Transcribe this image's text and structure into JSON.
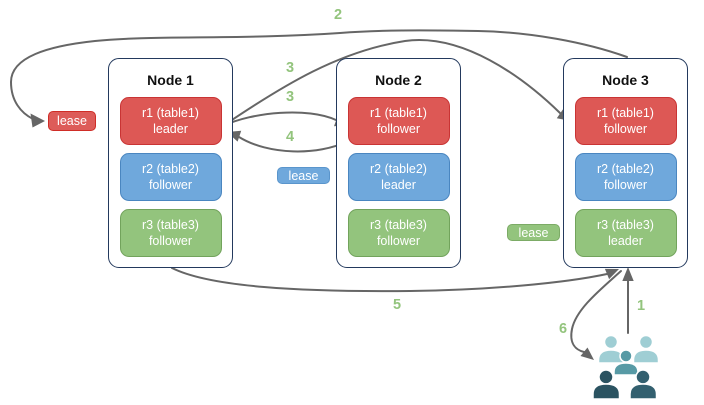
{
  "nodes": [
    {
      "title": "Node 1",
      "replicas": [
        {
          "name": "r1 (table1)",
          "role": "leader",
          "color": "red"
        },
        {
          "name": "r2 (table2)",
          "role": "follower",
          "color": "blue"
        },
        {
          "name": "r3 (table3)",
          "role": "follower",
          "color": "green"
        }
      ]
    },
    {
      "title": "Node 2",
      "replicas": [
        {
          "name": "r1 (table1)",
          "role": "follower",
          "color": "red"
        },
        {
          "name": "r2 (table2)",
          "role": "leader",
          "color": "blue"
        },
        {
          "name": "r3 (table3)",
          "role": "follower",
          "color": "green"
        }
      ]
    },
    {
      "title": "Node 3",
      "replicas": [
        {
          "name": "r1 (table1)",
          "role": "follower",
          "color": "red"
        },
        {
          "name": "r2 (table2)",
          "role": "follower",
          "color": "blue"
        },
        {
          "name": "r3 (table3)",
          "role": "leader",
          "color": "green"
        }
      ]
    }
  ],
  "leases": [
    {
      "label": "lease",
      "color": "#dd5c59"
    },
    {
      "label": "lease",
      "color": "#6fa8dc"
    },
    {
      "label": "lease",
      "color": "#93c47d"
    }
  ],
  "steps": [
    "1",
    "2",
    "3",
    "3",
    "4",
    "5",
    "6"
  ],
  "colors": {
    "node_border": "#23395d",
    "red_fill": "#dd5855",
    "blue_fill": "#6fa8dc",
    "green_fill": "#93c47d",
    "arrow": "#666666",
    "step_label": "#93c47d"
  },
  "users": {
    "palette": {
      "light": "#9fced4",
      "mid": "#579aa5",
      "dark_left": "#2b5361",
      "dark_right": "#33606f"
    }
  }
}
